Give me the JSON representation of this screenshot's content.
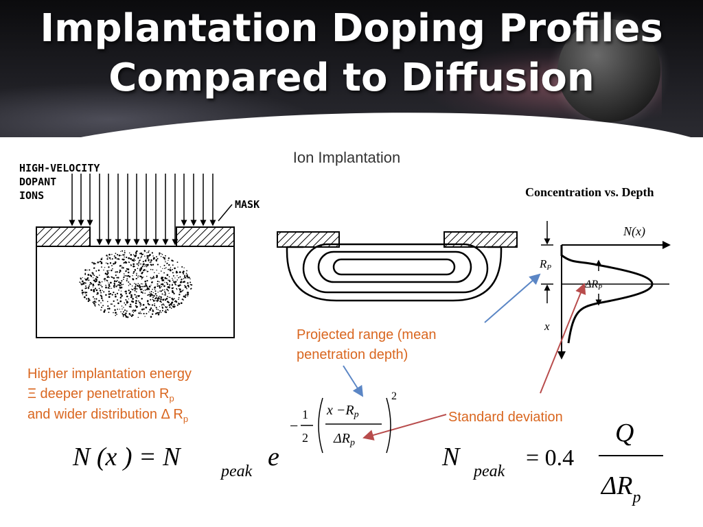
{
  "slide": {
    "title_line1": "Implantation Doping Profiles",
    "title_line2": "Compared to Diffusion"
  },
  "figure": {
    "ion_implantation_title": "Ion Implantation",
    "label_ions_line1": "HIGH-VELOCITY",
    "label_ions_line2": "DOPANT",
    "label_ions_line3": "IONS",
    "label_mask": "MASK",
    "concentration_title": "Concentration vs. Depth",
    "axis_n": "N(x)",
    "axis_x": "x",
    "label_rp": "R",
    "label_rp_sub": "P",
    "label_drp": "ΔR",
    "label_drp_sub": "P"
  },
  "annotations": {
    "projected_range_line1": "Projected range (mean",
    "projected_range_line2": "penetration depth)",
    "energy_line1": "Higher implantation energy",
    "energy_line2_a": "Ξ deeper penetration R",
    "energy_line2_sub": "p",
    "energy_line3_a": "and wider distribution Δ R",
    "energy_line3_sub": "p",
    "standard_deviation": "Standard deviation"
  },
  "equations": {
    "lhs": "N (x ) = N",
    "peak": "peak",
    "e": "e",
    "minus": "−",
    "half_num": "1",
    "half_den": "2",
    "exp_num": "x −R",
    "exp_num_sub": "p",
    "exp_den": "ΔR",
    "exp_den_sub": "p",
    "exp_power": "2",
    "rhs_n": "N",
    "rhs_peak": "peak",
    "rhs_eq": "= 0.4",
    "rhs_q": "Q",
    "rhs_drp": "ΔR",
    "rhs_drp_sub": "p"
  },
  "colors": {
    "annotation_orange": "#d9661f",
    "arrow_blue": "#5b86c5",
    "arrow_red": "#b84c4c"
  }
}
